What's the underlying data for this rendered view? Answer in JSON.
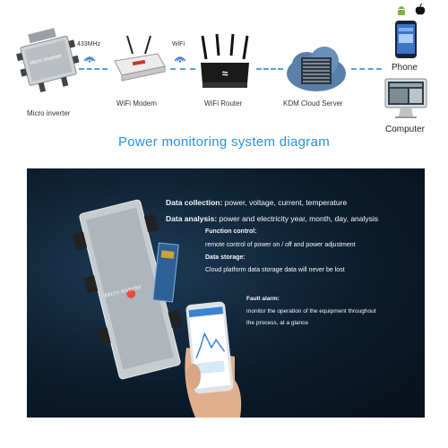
{
  "top_diagram": {
    "nodes": {
      "micro_inverter": {
        "label": "Micro inverter",
        "device_text": "Micro Inverter"
      },
      "wifi_modem": {
        "label": "WiFi Modem"
      },
      "wifi_router": {
        "label": "WiFi Router"
      },
      "cloud_server": {
        "label": "KDM Cloud Server"
      },
      "phone": {
        "label": "Phone"
      },
      "computer": {
        "label": "Computer"
      }
    },
    "links": {
      "inverter_to_modem": "433MHz",
      "modem_to_router": "WiFi"
    }
  },
  "title": "Power monitoring system diagram",
  "panel": {
    "device_text": "Micro Inverter",
    "data_collection": {
      "heading": "Data collection:",
      "text": "power, voltage, current, temperature"
    },
    "data_analysis": {
      "heading": "Data analysis:",
      "text": "power and electricity year, month, day, analysis"
    },
    "function_control": {
      "heading": "Function control:",
      "text": "remote control of power on / off and power adjustment"
    },
    "data_storage": {
      "heading": "Data storage:",
      "text": "Cloud platform data storage data will never be lost"
    },
    "fault_alarm": {
      "heading": "Fault alarm:",
      "line1": "monitor the operation of the equipment throughout",
      "line2": "the process, at a glance"
    }
  },
  "colors": {
    "title_blue": "#2f8fe0",
    "arrow_blue": "#5f9fd8",
    "panel_bg": "#0c1c2c"
  },
  "icons": [
    "wifi-waves-icon",
    "android-icon",
    "apple-icon",
    "cloud-icon"
  ]
}
